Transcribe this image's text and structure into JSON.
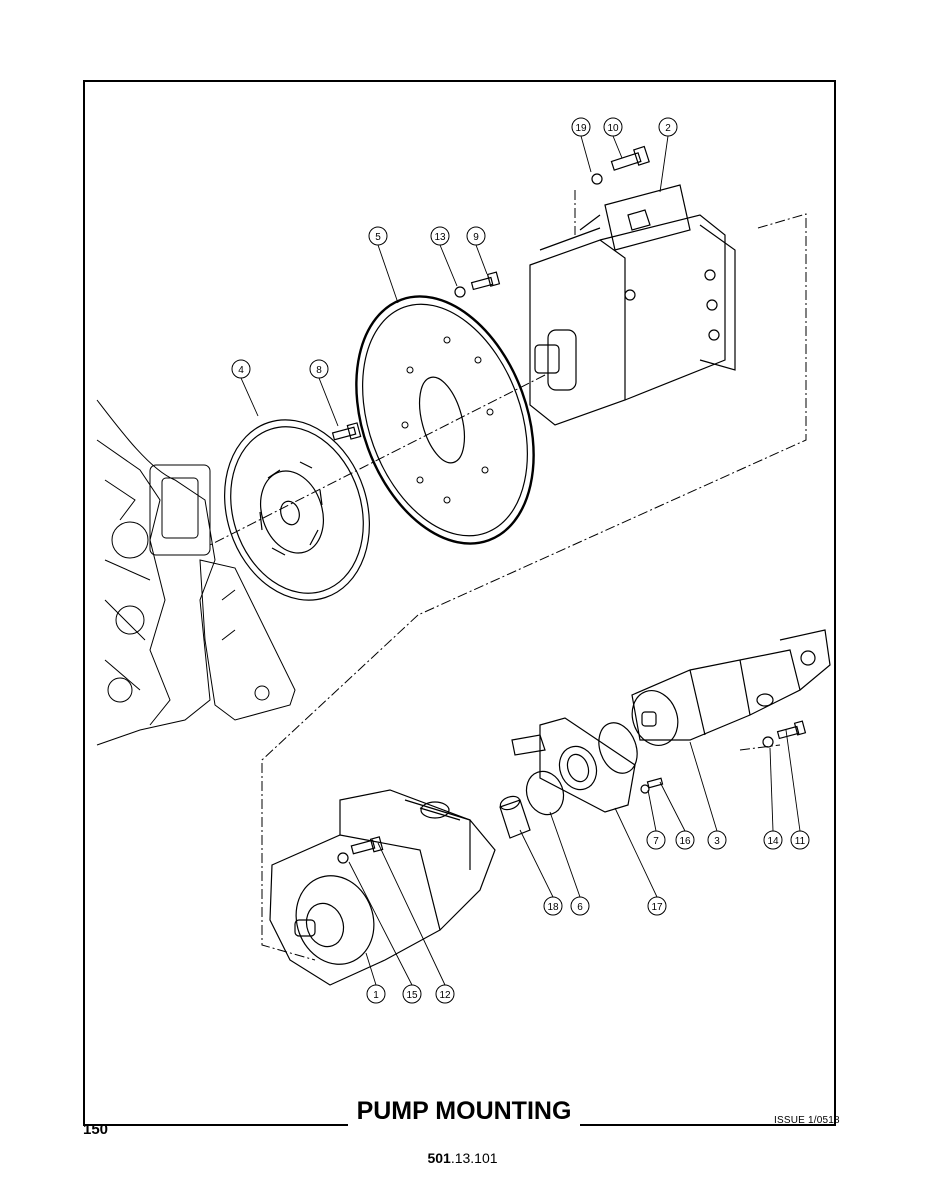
{
  "page": {
    "title": "PUMP MOUNTING",
    "page_number": "150",
    "issue": "ISSUE 1/0518",
    "doc_number_bold": "501",
    "doc_number_rest": ".13.101"
  },
  "diagram": {
    "callouts": [
      "19",
      "10",
      "2",
      "5",
      "13",
      "9",
      "4",
      "8",
      "1",
      "15",
      "12",
      "18",
      "6",
      "17",
      "7",
      "16",
      "3",
      "14",
      "11"
    ]
  }
}
